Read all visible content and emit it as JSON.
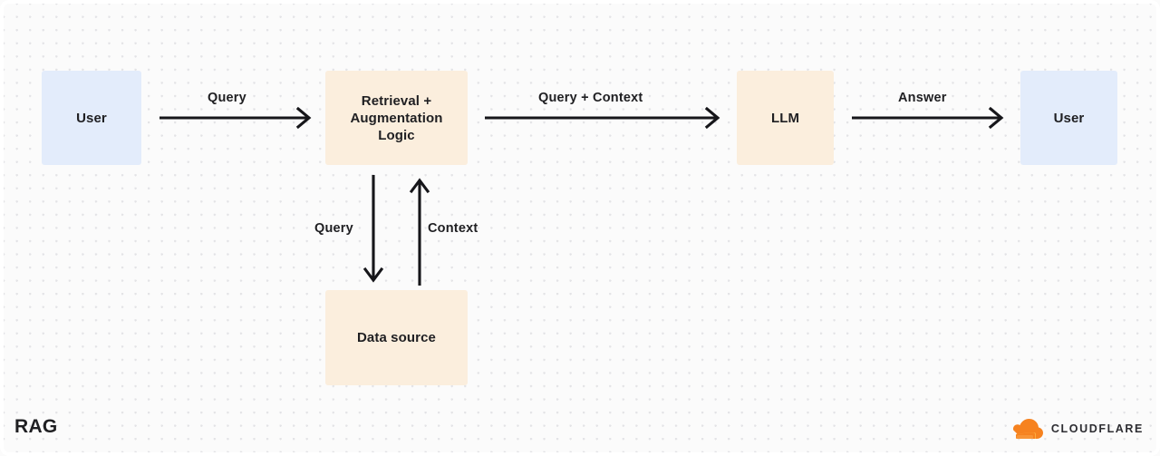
{
  "diagram": {
    "caption": "RAG",
    "brand": {
      "name": "CLOUDFLARE",
      "logo_icon": "cloudflare-cloud-icon",
      "logo_color": "#f6821f",
      "logo_color_dark": "#e8711a"
    },
    "colors": {
      "node_user_fill": "#e3ecfb",
      "node_warm_fill": "#fbeedd",
      "text": "#1f1f22",
      "arrow": "#16161a",
      "canvas_bg": "#fbfbfb",
      "dot": "#e3e3e6"
    },
    "nodes": [
      {
        "id": "user-left",
        "label": "User",
        "style": "user"
      },
      {
        "id": "retrieval",
        "label": "Retrieval +\nAugmentation\nLogic",
        "style": "warm"
      },
      {
        "id": "llm",
        "label": "LLM",
        "style": "warm"
      },
      {
        "id": "user-right",
        "label": "User",
        "style": "user"
      },
      {
        "id": "data-source",
        "label": "Data source",
        "style": "warm"
      }
    ],
    "node_labels": {
      "user_left": "User",
      "retrieval_line1": "Retrieval +",
      "retrieval_line2": "Augmentation",
      "retrieval_line3": "Logic",
      "llm": "LLM",
      "user_right": "User",
      "data_source": "Data source"
    },
    "edges": [
      {
        "id": "e1",
        "label": "Query",
        "from": "user-left",
        "to": "retrieval",
        "direction": "right"
      },
      {
        "id": "e2",
        "label": "Query + Context",
        "from": "retrieval",
        "to": "llm",
        "direction": "right"
      },
      {
        "id": "e3",
        "label": "Answer",
        "from": "llm",
        "to": "user-right",
        "direction": "right"
      },
      {
        "id": "e4",
        "label": "Query",
        "from": "retrieval",
        "to": "data-source",
        "direction": "down"
      },
      {
        "id": "e5",
        "label": "Context",
        "from": "data-source",
        "to": "retrieval",
        "direction": "up"
      }
    ],
    "edge_labels": {
      "query": "Query",
      "query_context": "Query + Context",
      "answer": "Answer",
      "query_down": "Query",
      "context_up": "Context"
    }
  }
}
